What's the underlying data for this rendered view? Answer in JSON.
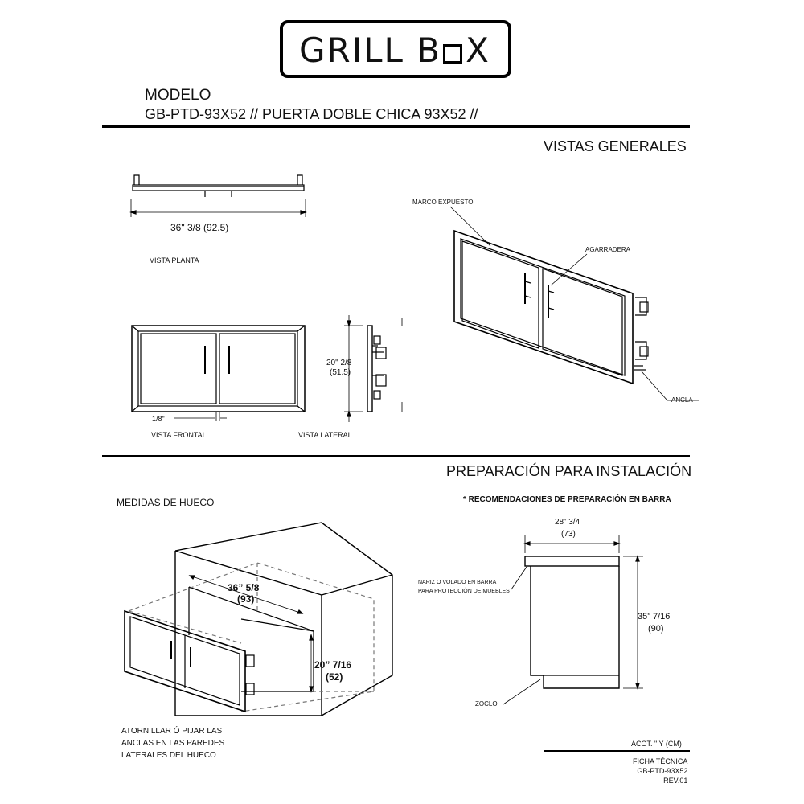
{
  "logo": {
    "text_left": "GRILL B",
    "text_right": "X"
  },
  "model": {
    "label": "MODELO",
    "value": "GB-PTD-93X52  // PUERTA DOBLE CHICA 93X52 //"
  },
  "views": {
    "title": "VISTAS GENERALES",
    "plan_width": "36\" 3/8  (92.5)",
    "plan_label": "VISTA PLANTA",
    "front_label": "VISTA FRONTAL",
    "front_gap": "1/8\"",
    "side_label": "VISTA LATERAL",
    "side_height": "20\" 2/8",
    "side_height_cm": "(51.5)",
    "iso_frame": "MARCO EXPUESTO",
    "iso_handle": "AGARRADERA",
    "iso_anchor": "ANCLA"
  },
  "install": {
    "title": "PREPARACIÓN PARA INSTALACIÓN",
    "hole_title": "MEDIDAS DE HUECO",
    "hole_width": "36” 5/8",
    "hole_width_cm": "(93)",
    "hole_height": "20” 7/16",
    "hole_height_cm": "(52)",
    "screw_note": [
      "ATORNILLAR Ó PIJAR  LAS",
      "ANCLAS EN LAS PAREDES",
      "LATERALES DEL HUECO"
    ],
    "reco_title": "* RECOMENDACIONES DE PREPARACIÓN EN BARRA",
    "bar_depth": "28” 3/4",
    "bar_depth_cm": "(73)",
    "bar_height": "35” 7/16",
    "bar_height_cm": "(90)",
    "nose_note": [
      "NARIZ O VOLADO EN BARRA",
      "PARA PROTECCIÓN DE MUEBLES"
    ],
    "plinth": "ZOCLO"
  },
  "footer": {
    "units": "ACOT. \" Y (CM)",
    "sheet": "FICHA TÉCNICA",
    "code": "GB-PTD-93X52",
    "rev": "REV.01"
  }
}
